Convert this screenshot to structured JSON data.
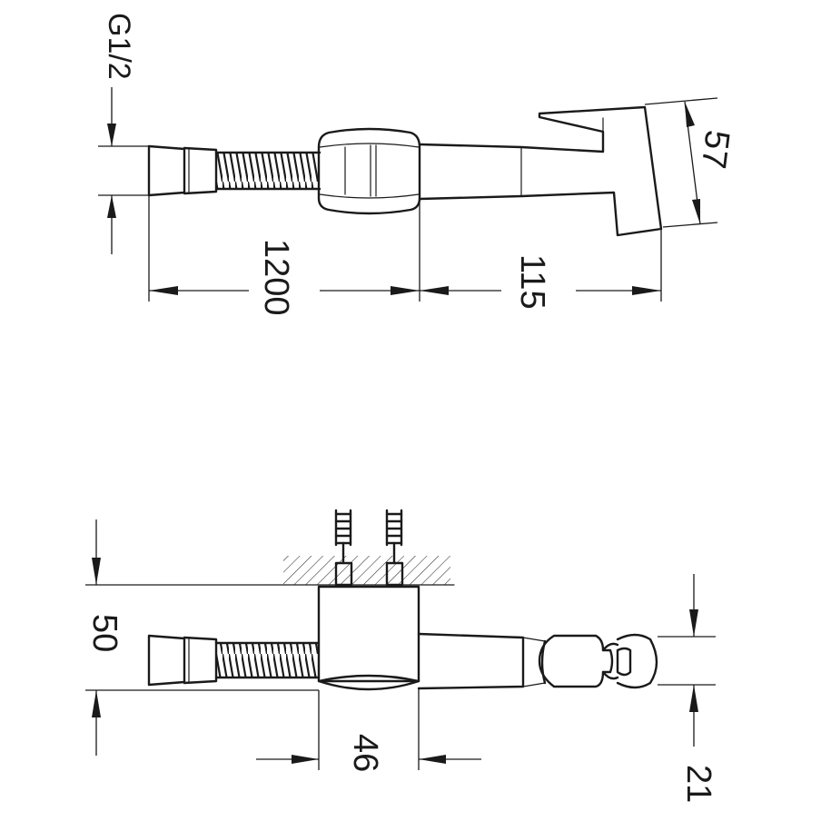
{
  "drawing": {
    "views": [
      "top-view",
      "front-view"
    ]
  },
  "dimensions": {
    "thread": "G1/2",
    "hose_length": "1200",
    "handset_length": "115",
    "handset_height": "57",
    "wall_offset": "50",
    "bracket_width": "46",
    "handset_depth": "21"
  }
}
